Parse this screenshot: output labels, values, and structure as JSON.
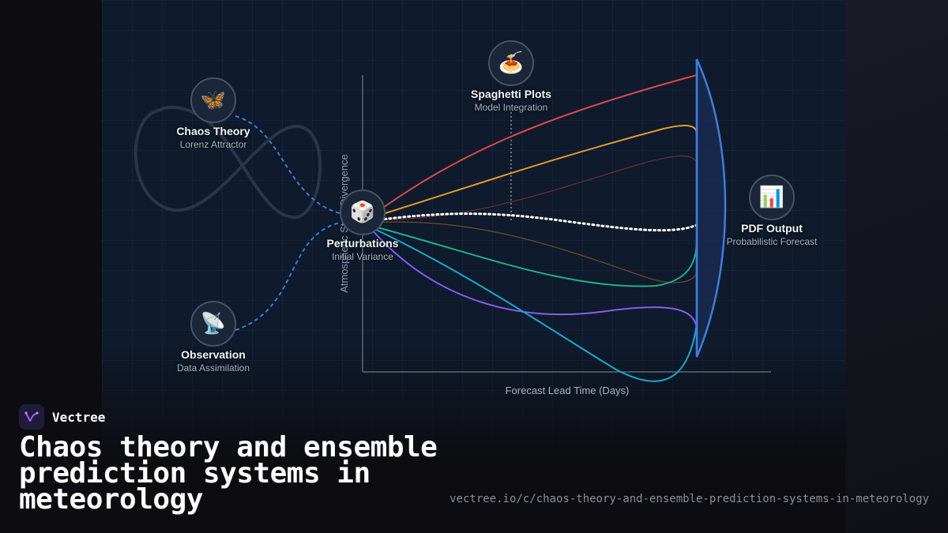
{
  "diagram": {
    "y_axis_label": "Atmospheric State Divergence",
    "x_axis_label": "Forecast Lead Time (Days)",
    "nodes": {
      "chaos": {
        "icon": "butterfly-icon",
        "glyph": "🦋",
        "title": "Chaos Theory",
        "subtitle": "Lorenz Attractor"
      },
      "observation": {
        "icon": "satellite-dish-icon",
        "glyph": "📡",
        "title": "Observation",
        "subtitle": "Data Assimilation"
      },
      "perturbations": {
        "icon": "dice-icon",
        "glyph": "🎲",
        "title": "Perturbations",
        "subtitle": "Initial Variance"
      },
      "spaghetti": {
        "icon": "spaghetti-icon",
        "glyph": "🍝",
        "title": "Spaghetti Plots",
        "subtitle": "Model Integration"
      },
      "pdf": {
        "icon": "bar-chart-icon",
        "glyph": "📊",
        "title": "PDF Output",
        "subtitle": "Probabilistic Forecast"
      }
    },
    "colors": {
      "member_red": "#d94a4a",
      "member_orange": "#e39a2a",
      "member_green": "#1fb08a",
      "member_purple": "#8a5cf0",
      "member_cyan": "#1aa8d0",
      "mean_white": "#ffffff",
      "connector_blue": "#3a7bd5",
      "pdf_blue": "#3f7de0"
    }
  },
  "brand": {
    "name": "Vectree",
    "logo_icon": "vectree-logo-icon"
  },
  "headline": "Chaos theory and ensemble prediction systems in meteorology",
  "url": "vectree.io/c/chaos-theory-and-ensemble-prediction-systems-in-meteorology"
}
